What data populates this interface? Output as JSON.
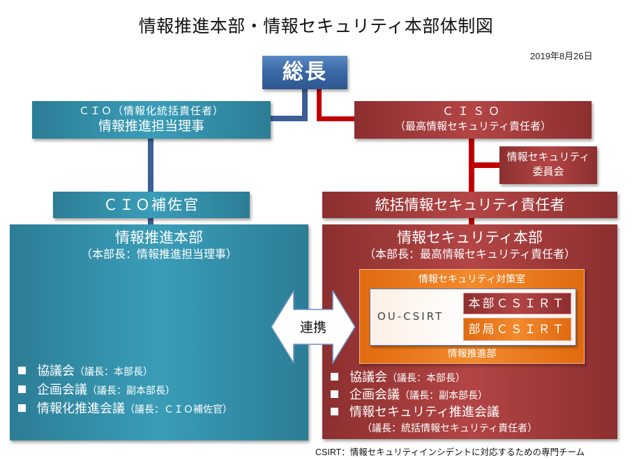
{
  "title": "情報推進本部・情報セキュリティ本部体制図",
  "date": "2019年8月26日",
  "president": {
    "label": "総長"
  },
  "cio": {
    "line1": "ＣＩＯ（情報化統括責任者）",
    "line2": "情報推進担当理事"
  },
  "ciso": {
    "line1": "ＣＩＳＯ",
    "line2": "（最高情報セキュリティ責任者）"
  },
  "committee": {
    "line1": "情報セキュリティ",
    "line2": "委員会"
  },
  "cio_aide": {
    "label": "ＣＩＯ補佐官"
  },
  "sec_responsible": {
    "label": "統括情報セキュリティ責任者"
  },
  "promotion_hq": {
    "title": "情報推進本部",
    "subtitle": "（本部長：情報推進担当理事）",
    "items": [
      {
        "main": "協議会",
        "sub": "（議長：本部長）"
      },
      {
        "main": "企画会議",
        "sub": "（議長：副本部長）"
      },
      {
        "main": "情報化推進会議",
        "sub": "（議長：ＣＩＯ補佐官）"
      }
    ]
  },
  "security_hq": {
    "title": "情報セキュリティ本部",
    "subtitle": "（本部長：最高情報セキュリティ責任者）",
    "items": [
      {
        "main": "協議会",
        "sub": "（議長：本部長）"
      },
      {
        "main": "企画会議",
        "sub": "（議長：副本部長）"
      },
      {
        "main": "情報セキュリティ推進会議",
        "sub": ""
      }
    ],
    "item3_subline": "（議長：統括情報セキュリティ責任者）"
  },
  "csirt_room": {
    "title": "情報セキュリティ対策室",
    "footer": "情報推進部",
    "ou_label": "OU-CSIRT",
    "hq_csirt": "本部ＣＳＩＲＴ",
    "dept_csirt": "部局ＣＳＩＲＴ"
  },
  "link": {
    "label": "連携",
    "icon": "double-arrow-icon"
  },
  "footnote": "CSIRT：情報セキュリティインシデントに対応するための専門チーム",
  "colors": {
    "blue_box": "#3a9db8",
    "navy_box": "#3b6aa7",
    "red_box": "#b34545",
    "orange_box": "#f38a2c",
    "blue_line": "#3b5f94",
    "red_line": "#c00000"
  }
}
